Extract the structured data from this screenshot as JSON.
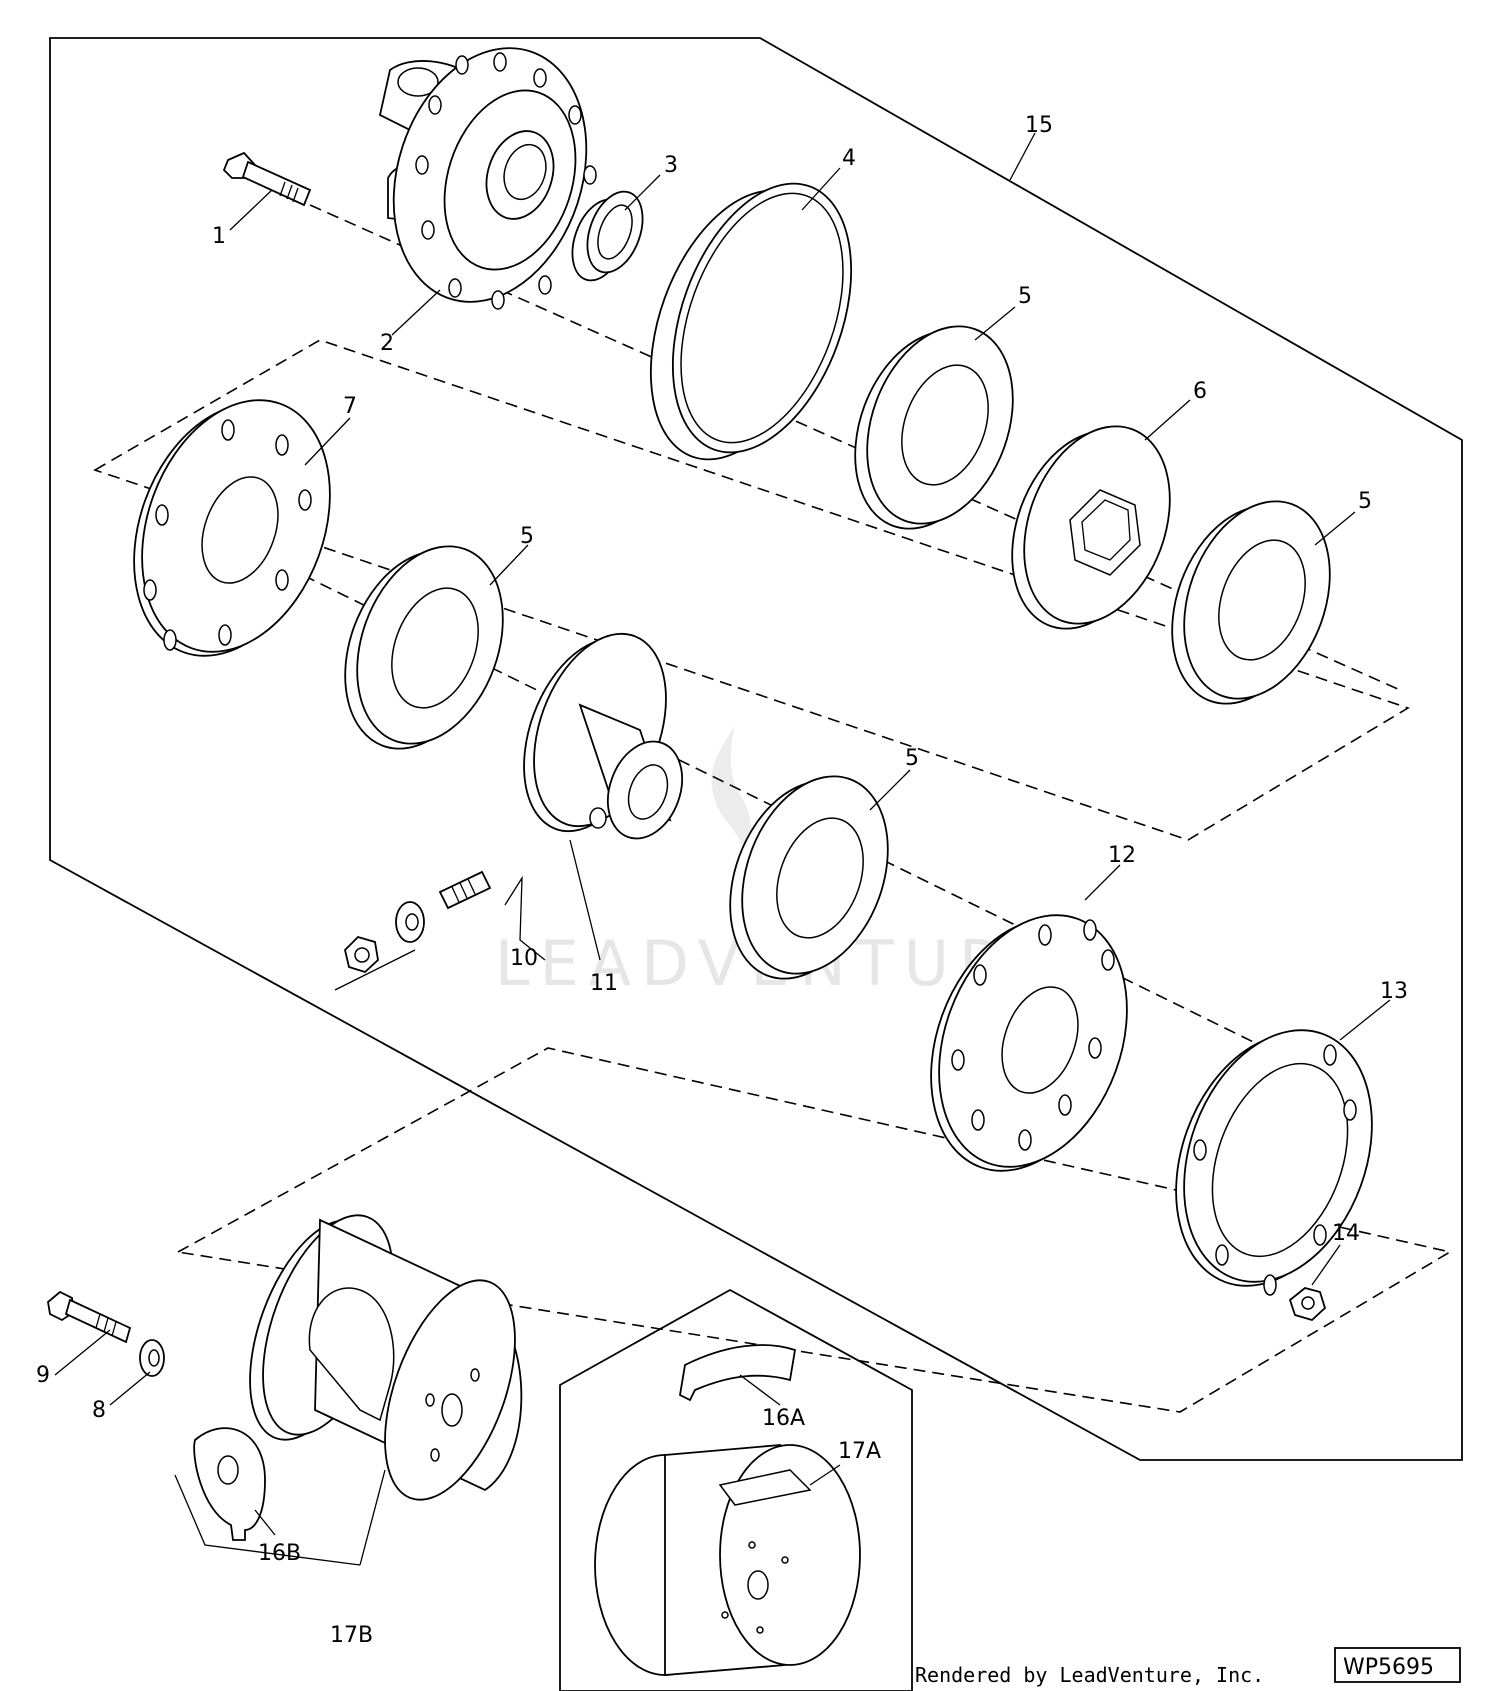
{
  "callouts": {
    "c1": "1",
    "c2": "2",
    "c3": "3",
    "c4": "4",
    "c5a": "5",
    "c5b": "5",
    "c5c": "5",
    "c5d": "5",
    "c6": "6",
    "c7": "7",
    "c8": "8",
    "c9": "9",
    "c10": "10",
    "c11": "11",
    "c12": "12",
    "c13": "13",
    "c14": "14",
    "c15": "15",
    "c16a": "16A",
    "c16b": "16B",
    "c17a": "17A",
    "c17b": "17B"
  },
  "watermark": "LEADVENTURE",
  "footer": {
    "credit": "Rendered by LeadVenture, Inc.",
    "figure_code": "WP5695"
  }
}
